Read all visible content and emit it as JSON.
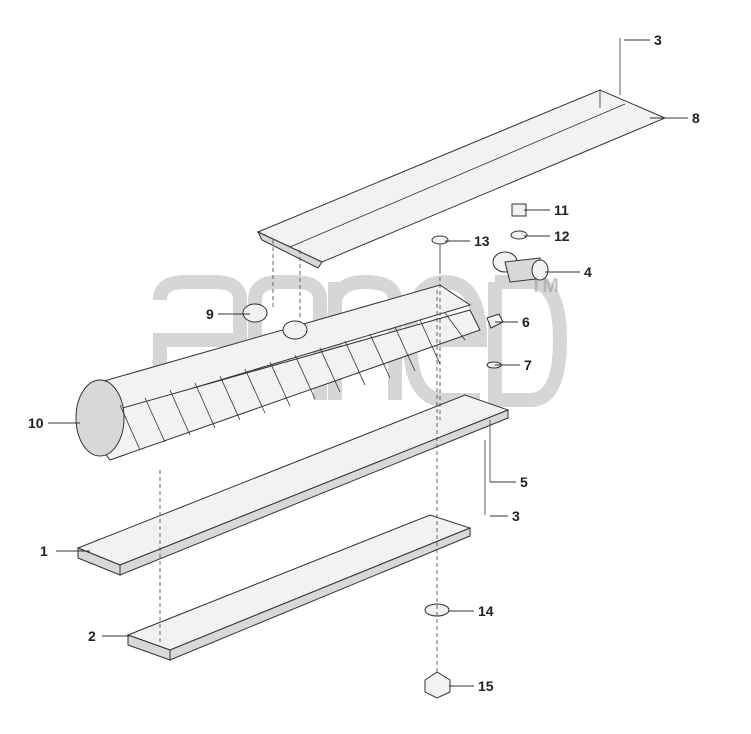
{
  "diagram": {
    "watermark_tm": "TM",
    "callouts": [
      "1",
      "2",
      "3",
      "3",
      "4",
      "5",
      "6",
      "7",
      "8",
      "9",
      "10",
      "11",
      "12",
      "13",
      "14",
      "15"
    ]
  }
}
